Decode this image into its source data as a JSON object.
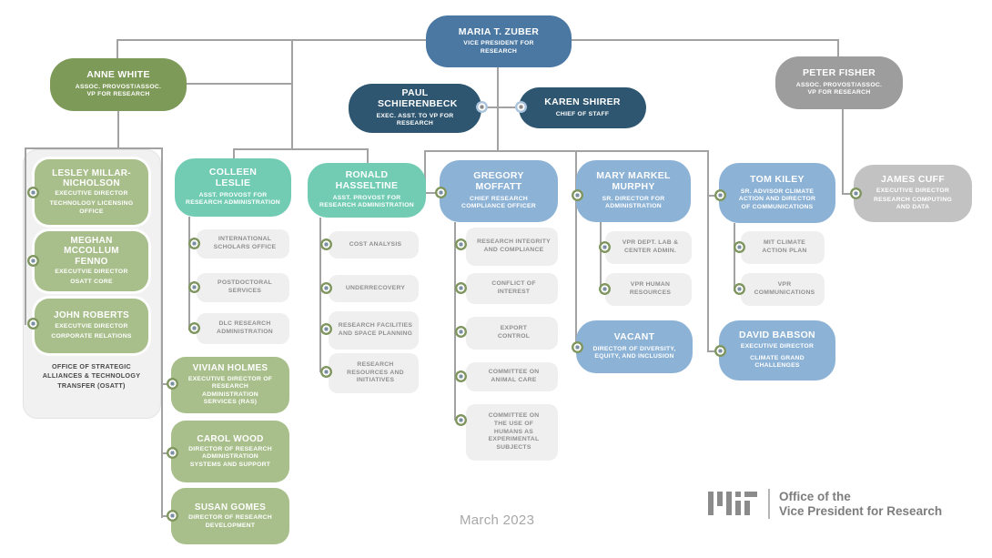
{
  "chart_title_context": "MIT research organization chart",
  "footer": {
    "date": "March 2023",
    "logo_line1": "Office of the",
    "logo_line2": "Vice President for Research",
    "logo_name": "MIT"
  },
  "colors": {
    "executive_blue": "#4a78a3",
    "navy": "#2e5670",
    "olive_green": "#7e9a58",
    "light_green": "#a9bf8b",
    "teal": "#71ccb3",
    "light_blue": "#8cb2d6",
    "gray": "#9d9d9d",
    "light_gray": "#c2c2c2",
    "item_background": "#efefef",
    "connector_line": "#a2a2a2"
  },
  "nodes": {
    "zuber": {
      "name": "MARIA T. ZUBER",
      "title": "VICE PRESIDENT FOR RESEARCH"
    },
    "paul": {
      "name": "PAUL SCHIERENBECK",
      "title": "EXEC. ASST. TO VP FOR RESEARCH"
    },
    "karen": {
      "name": "KAREN SHIRER",
      "title": "CHIEF OF STAFF"
    },
    "anne": {
      "name": "ANNE WHITE",
      "title": "ASSOC. PROVOST/ASSOC. VP FOR RESEARCH"
    },
    "peter": {
      "name": "PETER FISHER",
      "title": "ASSOC. PROVOST/ASSOC. VP FOR RESEARCH"
    },
    "lesley": {
      "name": "LESLEY MILLAR-NICHOLSON",
      "role": "EXECUTIVE DIRECTOR",
      "org": "TECHNOLOGY LICENSING OFFICE"
    },
    "meghan": {
      "name": "MEGHAN MCCOLLUM FENNO",
      "role": "EXECUTVIE DIRECTOR",
      "org": "OSATT CORE"
    },
    "john": {
      "name": "JOHN ROBERTS",
      "role": "EXECUTVIE DIRECTOR",
      "org": "CORPORATE RELATIONS"
    },
    "osatt_note": "OFFICE OF STRATEGIC ALLIANCES & TECHNOLOGY TRANSFER (OSATT)",
    "colleen": {
      "name": "COLLEEN LESLIE",
      "title": "ASST. PROVOST FOR RESEARCH ADMINISTRATION",
      "items": [
        "INTERNATIONAL SCHOLARS OFFICE",
        "POSTDOCTORAL SERVICES",
        "DLC RESEARCH ADMINISTRATION"
      ]
    },
    "vivian": {
      "name": "VIVIAN HOLMES",
      "title": "EXECUTIVE DIRECTOR OF RESEARCH ADMINISTRATION SERVICES (RAS)"
    },
    "carol": {
      "name": "CAROL WOOD",
      "title": "DIRECTOR OF RESEARCH ADMINISTRATION SYSTEMS AND SUPPORT"
    },
    "susan": {
      "name": "SUSAN GOMES",
      "title": "DIRECTOR OF RESEARCH DEVELOPMENT"
    },
    "ronald": {
      "name": "RONALD HASSELTINE",
      "title": "ASST. PROVOST FOR RESEARCH ADMINISTRATION",
      "items": [
        "COST ANALYSIS",
        "UNDERRECOVERY",
        "RESEARCH FACILITIES AND SPACE PLANNING",
        "RESEARCH RESOURCES AND INITIATIVES"
      ]
    },
    "gregory": {
      "name": "GREGORY MOFFATT",
      "title": "CHIEF RESEARCH COMPLIANCE OFFICER",
      "items": [
        "RESEARCH INTEGRITY AND COMPLIANCE",
        "CONFLICT OF INTEREST",
        "EXPORT CONTROL",
        "COMMITTEE ON ANIMAL CARE",
        "COMMITTEE ON THE USE OF HUMANS AS EXPERIMENTAL SUBJECTS"
      ]
    },
    "mary": {
      "name": "MARY MARKEL MURPHY",
      "title": "SR. DIRECTOR FOR ADMINISTRATION",
      "items": [
        "VPR DEPT. LAB & CENTER ADMIN.",
        "VPR HUMAN RESOURCES"
      ]
    },
    "vacant": {
      "name": "VACANT",
      "title": "DIRECTOR OF DIVERSITY, EQUITY, AND INCLUSION"
    },
    "tom": {
      "name": "TOM KILEY",
      "title": "SR. ADVISOR CLIMATE ACTION AND DIRECTOR OF COMMUNICATIONS",
      "items": [
        "MIT CLIMATE ACTION PLAN",
        "VPR COMMUNICATIONS"
      ]
    },
    "david": {
      "name": "DAVID BABSON",
      "role": "EXECUTIVE DIRECTOR",
      "org": "CLIMATE GRAND CHALLENGES"
    },
    "james": {
      "name": "JAMES CUFF",
      "role": "EXECUTIVE DIRECTOR",
      "org": "RESEARCH COMPUTING AND DATA"
    }
  }
}
